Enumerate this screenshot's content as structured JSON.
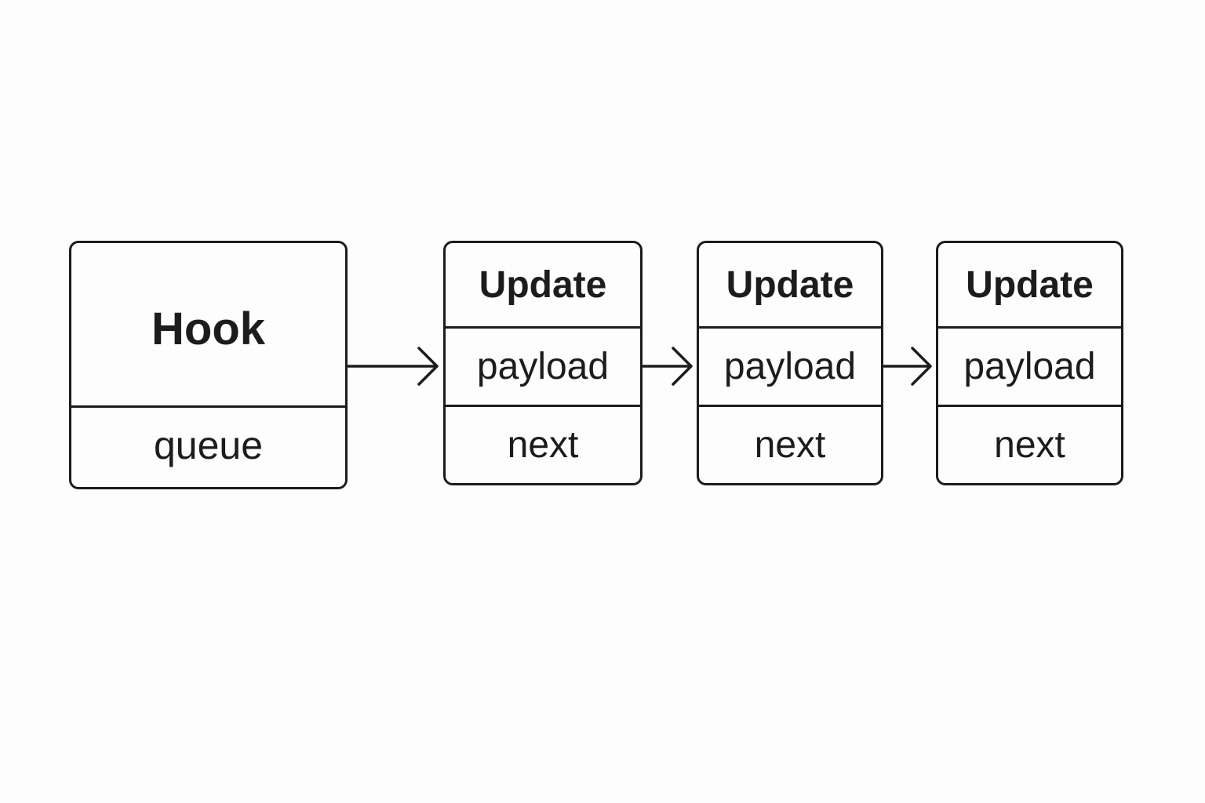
{
  "hook": {
    "title": "Hook",
    "field": "queue"
  },
  "updates": [
    {
      "title": "Update",
      "fields": [
        "payload",
        "next"
      ]
    },
    {
      "title": "Update",
      "fields": [
        "payload",
        "next"
      ]
    },
    {
      "title": "Update",
      "fields": [
        "payload",
        "next"
      ]
    }
  ],
  "colors": {
    "stroke": "#1c1c1c",
    "background": "#fdfdfd"
  }
}
